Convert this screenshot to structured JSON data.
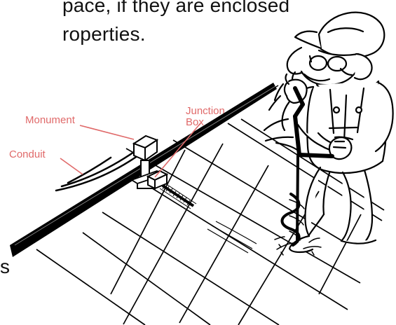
{
  "text_fragments": {
    "line_1": "pace, if they are enclosed",
    "line_2": "roperties.",
    "line_3": "s"
  },
  "callouts": {
    "junction_line_1": "Junction",
    "junction_line_2": "Box",
    "monument": "Monument",
    "conduit": "Conduit"
  },
  "colors": {
    "callout": "#e06a6a",
    "text": "#111111",
    "lines": "#000000",
    "background": "#ffffff"
  },
  "icons": {
    "worker": "worker-icon",
    "drill": "drill-icon",
    "monument": "monument-icon"
  }
}
